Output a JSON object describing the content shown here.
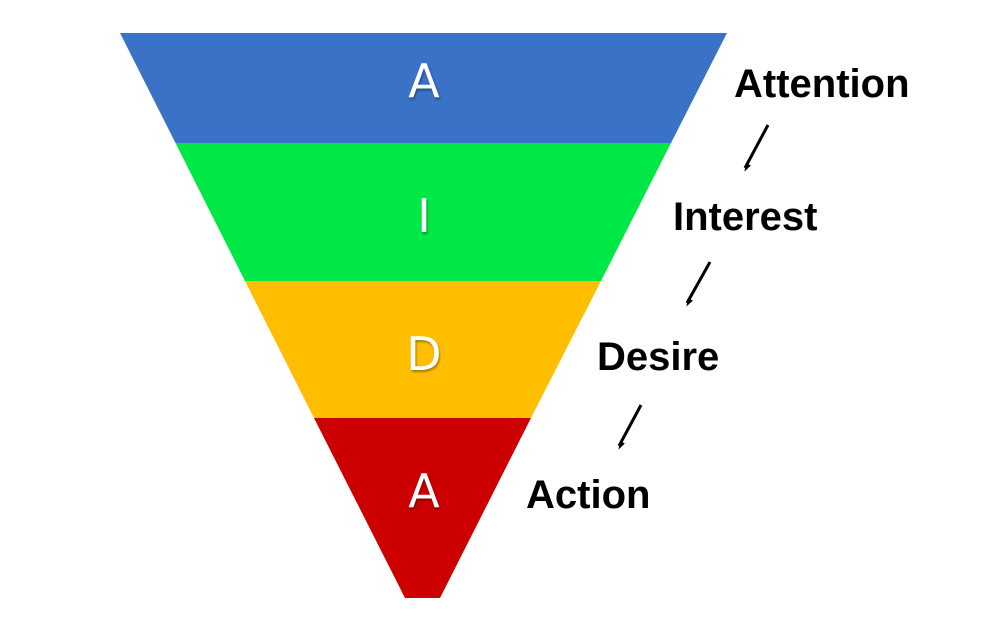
{
  "stages": [
    {
      "letter": "A",
      "label": "Attention",
      "color": "#3a72c8"
    },
    {
      "letter": "I",
      "label": "Interest",
      "color": "#00e845"
    },
    {
      "letter": "D",
      "label": "Desire",
      "color": "#ffbf00"
    },
    {
      "letter": "A",
      "label": "Action",
      "color": "#cc0000"
    }
  ]
}
